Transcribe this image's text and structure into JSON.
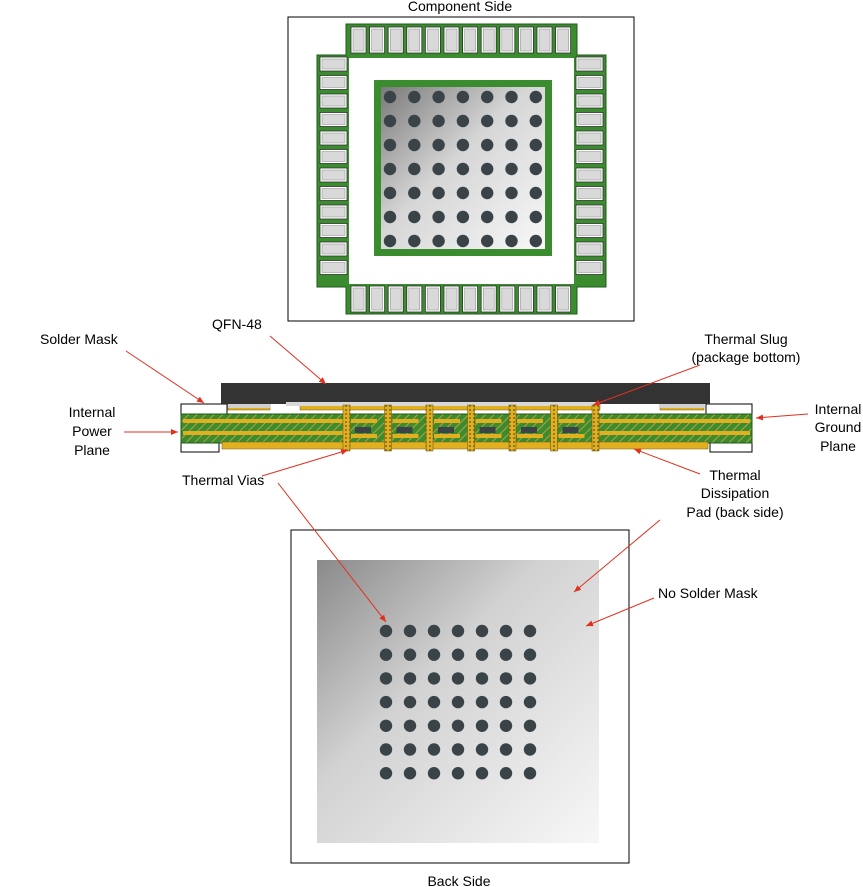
{
  "labels": {
    "component_side": "Component Side",
    "back_side": "Back Side",
    "solder_mask": "Solder Mask",
    "qfn": "QFN-48",
    "thermal_slug_1": "Thermal Slug",
    "thermal_slug_2": "(package bottom)",
    "internal_power_1": "Internal",
    "internal_power_2": "Power",
    "internal_power_3": "Plane",
    "internal_ground_1": "Internal",
    "internal_ground_2": "Ground",
    "internal_ground_3": "Plane",
    "thermal_vias": "Thermal Vias",
    "thermal_dissipation_1": "Thermal",
    "thermal_dissipation_2": "Dissipation",
    "thermal_dissipation_3": "Pad (back side)",
    "no_solder_mask": "No Solder Mask"
  },
  "colors": {
    "pcb_green": "#3a8c2e",
    "copper_gold": "#e0b020",
    "package_dark": "#333333",
    "via_dark": "#3a4448",
    "arrow_red": "#e03020",
    "pad_white": "#ffffff"
  }
}
